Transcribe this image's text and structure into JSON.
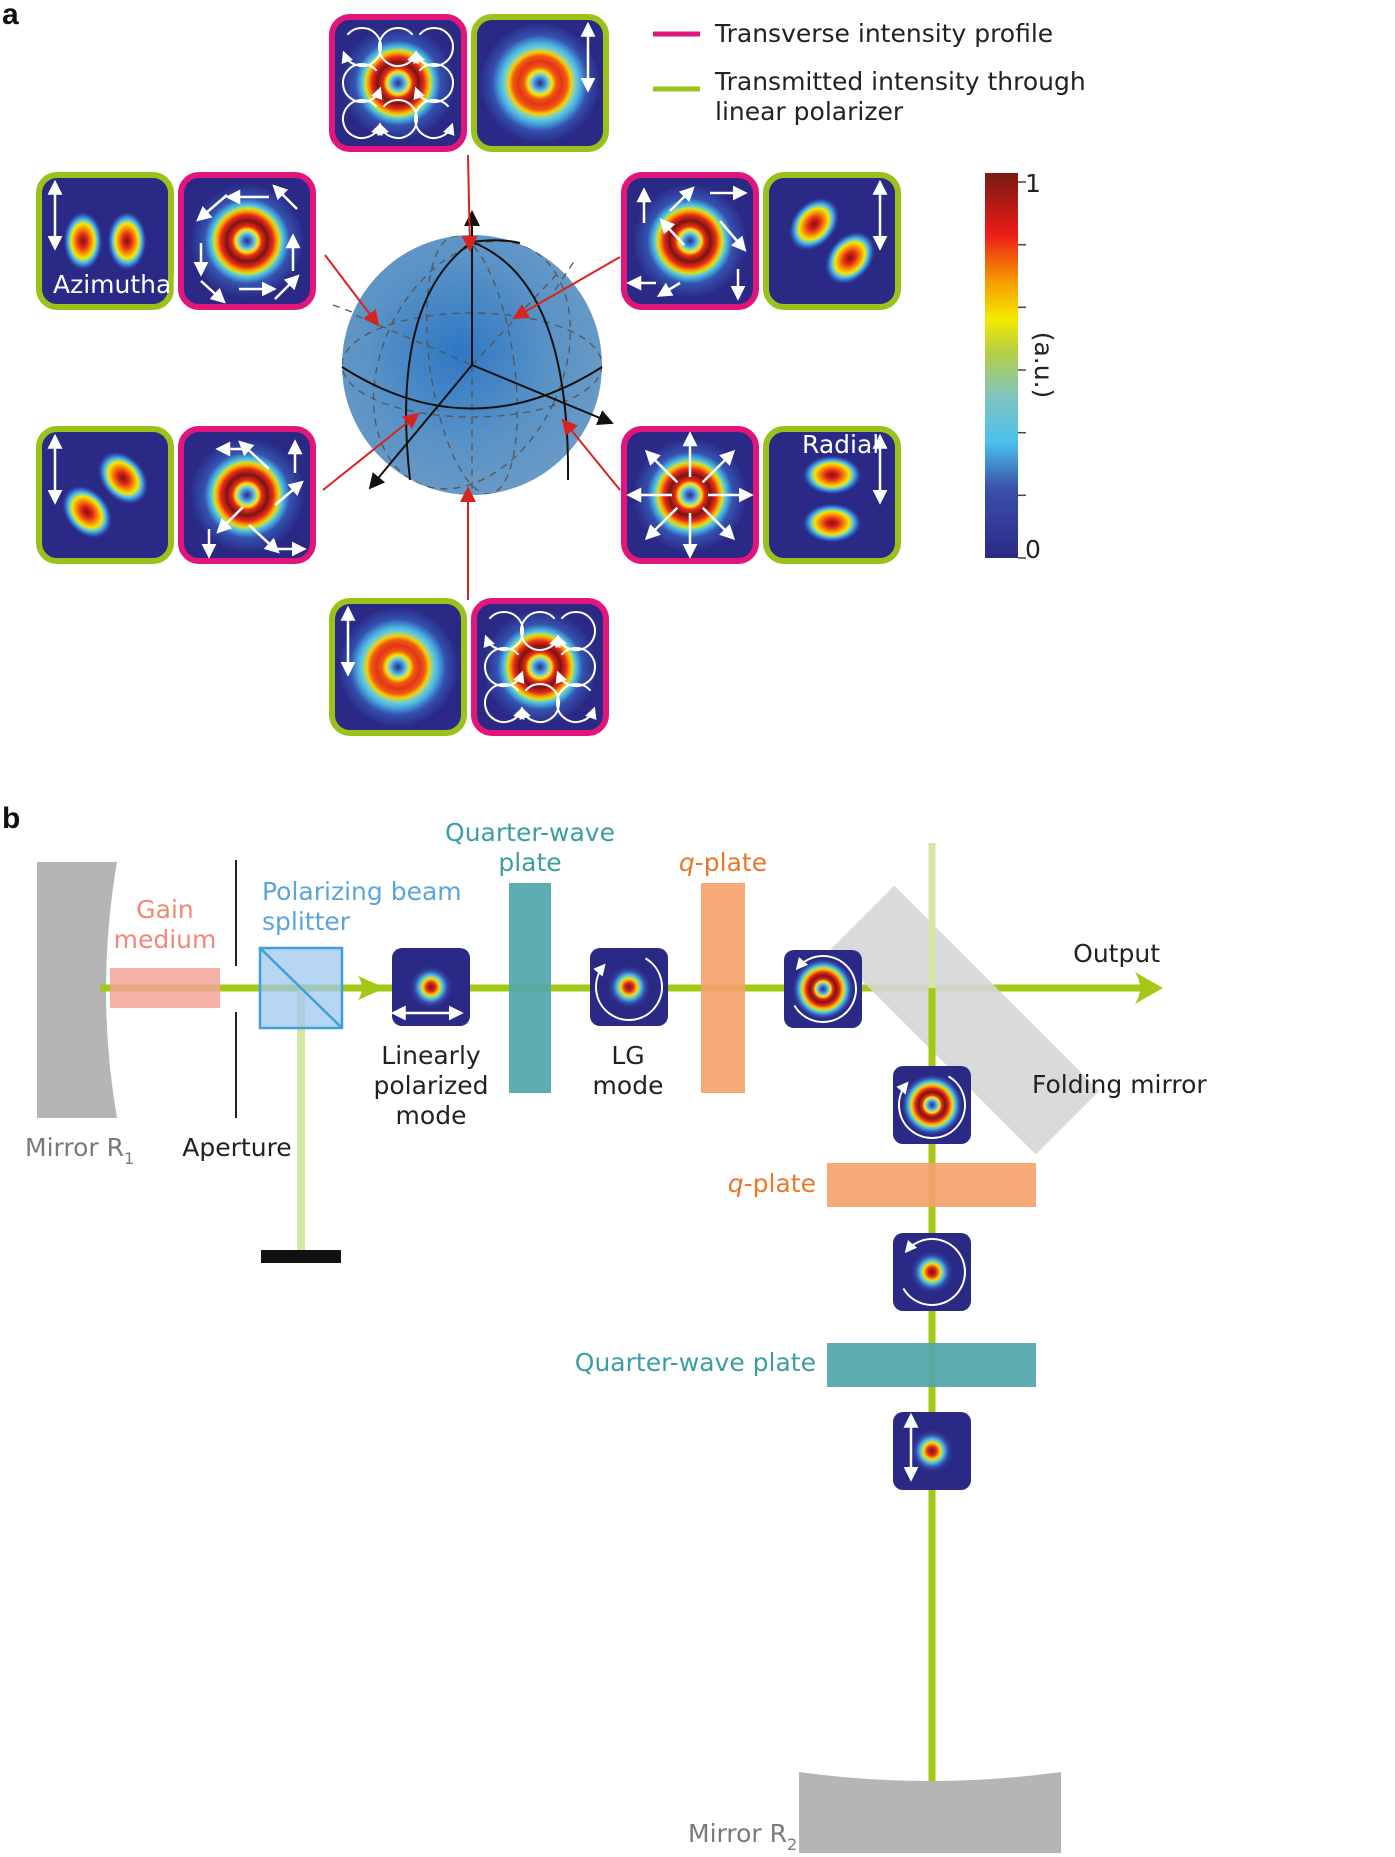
{
  "panel_a": {
    "label": "a",
    "legend": [
      {
        "text": "Transverse intensity profile",
        "color": "#e2157a"
      },
      {
        "text_lines": [
          "Transmitted intensity through",
          "linear polarizer"
        ],
        "color": "#9bc21b"
      }
    ],
    "colorbar": {
      "label": "(a.u.)",
      "min_label": "0",
      "max_label": "1",
      "range": [
        0,
        1
      ],
      "ticks": [
        0,
        0.1667,
        0.3333,
        0.5,
        0.6667,
        0.8333,
        1
      ],
      "colormap": "jet",
      "stops": [
        "#2a2a86",
        "#3a4aa8",
        "#4aa7e0",
        "#7ec8c8",
        "#b9d04a",
        "#f5e800",
        "#f7a000",
        "#ec2a1a",
        "#7a1510"
      ]
    },
    "tiles": [
      {
        "id": "top-profile",
        "kind": "profile",
        "border": "#e2157a",
        "pattern": "circular-loops",
        "label": ""
      },
      {
        "id": "top-transmitted",
        "kind": "transmitted",
        "border": "#9bc21b",
        "pattern": "ring-vertical",
        "label": ""
      },
      {
        "id": "upper-left-transmitted",
        "kind": "transmitted",
        "border": "#9bc21b",
        "pattern": "two-lobes-horizontal",
        "label": "Azimuthal"
      },
      {
        "id": "upper-left-profile",
        "kind": "profile",
        "border": "#e2157a",
        "pattern": "azimuthal",
        "label": ""
      },
      {
        "id": "upper-right-profile",
        "kind": "profile",
        "border": "#e2157a",
        "pattern": "hybrid-1",
        "label": ""
      },
      {
        "id": "upper-right-transmitted",
        "kind": "transmitted",
        "border": "#9bc21b",
        "pattern": "two-lobes-diag-1",
        "label": ""
      },
      {
        "id": "lower-left-transmitted",
        "kind": "transmitted",
        "border": "#9bc21b",
        "pattern": "two-lobes-diag-2",
        "label": ""
      },
      {
        "id": "lower-left-profile",
        "kind": "profile",
        "border": "#e2157a",
        "pattern": "hybrid-2",
        "label": ""
      },
      {
        "id": "lower-right-profile",
        "kind": "profile",
        "border": "#e2157a",
        "pattern": "radial",
        "label": ""
      },
      {
        "id": "lower-right-transmitted",
        "kind": "transmitted",
        "border": "#9bc21b",
        "pattern": "two-lobes-vertical",
        "label": "Radial"
      },
      {
        "id": "bottom-transmitted",
        "kind": "transmitted",
        "border": "#9bc21b",
        "pattern": "ring-vertical",
        "label": ""
      },
      {
        "id": "bottom-profile",
        "kind": "profile",
        "border": "#e2157a",
        "pattern": "circular-loops",
        "label": ""
      }
    ],
    "sphere": {
      "color": "#5b95c8",
      "pointer_color": "#d7241f",
      "axis_color": "#111111"
    }
  },
  "panel_b": {
    "label": "b",
    "beam_color": "#a3c816",
    "labels": {
      "gain_medium": [
        "Gain",
        "medium"
      ],
      "pbs": [
        "Polarizing beam",
        "splitter"
      ],
      "qwp_top": [
        "Quarter-wave",
        "plate"
      ],
      "qplate_top": "q-plate",
      "output": "Output",
      "folding_mirror": "Folding mirror",
      "mirror_r1": "Mirror R",
      "mirror_r1_sub": "1",
      "aperture": "Aperture",
      "linear_mode": [
        "Linearly",
        "polarized",
        "mode"
      ],
      "lg_mode": [
        "LG",
        "mode"
      ],
      "qplate_side": "q-plate",
      "qwp_side": "Quarter-wave plate",
      "mirror_r2": "Mirror R",
      "mirror_r2_sub": "2"
    },
    "colors": {
      "gain": "#f4a497",
      "gain_text": "#ef8a78",
      "pbs": "#9fc8ef",
      "pbs_text": "#5aa5dc",
      "qwp": "#4fa6ab",
      "qwp_text": "#3a9ea3",
      "qplate": "#f5a36c",
      "qplate_text": "#e8782a",
      "mirror": "#b5b5b5",
      "mirror_text": "#7a7a7a",
      "folding": "#d6d6d6"
    },
    "mode_tiles": [
      {
        "id": "linear-horizontal",
        "pattern": "gauss",
        "polarization": "horizontal"
      },
      {
        "id": "lg-ccw-1",
        "pattern": "gauss",
        "polarization": "circular-cw"
      },
      {
        "id": "vortex-ccw",
        "pattern": "donut",
        "polarization": "circular-ccw"
      },
      {
        "id": "vortex-cw",
        "pattern": "donut",
        "polarization": "circular-cw"
      },
      {
        "id": "lg-ccw-2",
        "pattern": "gauss",
        "polarization": "circular-ccw"
      },
      {
        "id": "linear-vertical",
        "pattern": "gauss",
        "polarization": "vertical"
      }
    ]
  }
}
